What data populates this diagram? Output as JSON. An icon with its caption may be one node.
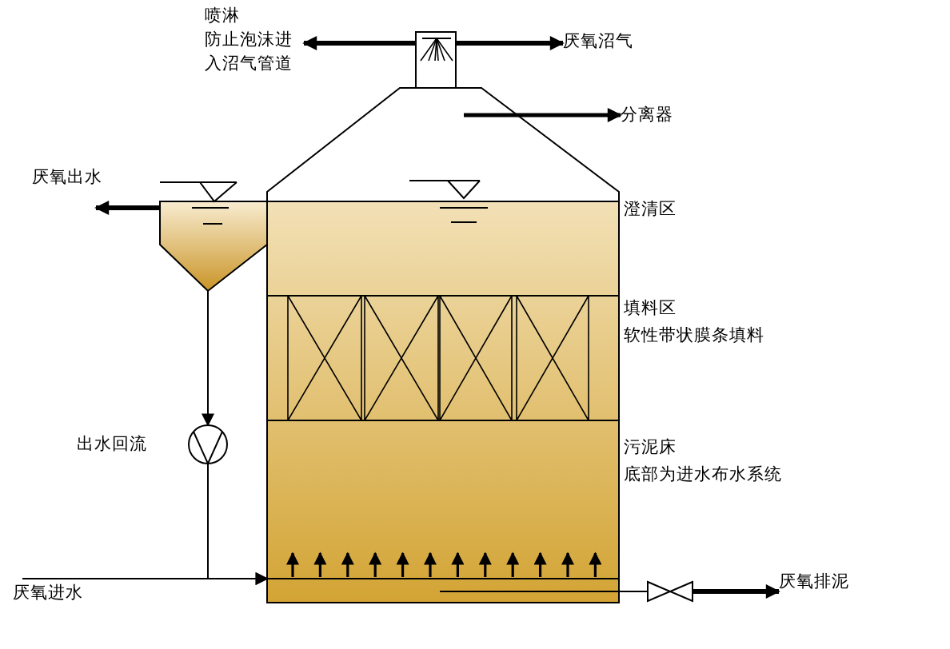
{
  "diagram": {
    "nodes": [
      {
        "text": [],
        "shape": "box",
        "beside": [
          "澄清区",
          "填料区",
          "软性带状膜条填料",
          "污泥床",
          "底部为进水布水系统"
        ]
      },
      {
        "text": [],
        "shape": "box"
      },
      {
        "text": [],
        "shape": "box"
      },
      {
        "text": [],
        "shape": "circle",
        "beside": [
          "出水回流"
        ]
      },
      {
        "text": [],
        "shape": "valve"
      },
      {
        "text": [
          "喷淋",
          "防止泡沫进入沼气管道"
        ]
      },
      {
        "text": [
          "厌氧沼气"
        ]
      },
      {
        "text": [
          "分离器"
        ]
      },
      {
        "text": [
          "厌氧出水"
        ]
      },
      {
        "text": [
          "厌氧进水"
        ]
      },
      {
        "text": [
          "厌氧排泥"
        ]
      }
    ],
    "edges": [
      {
        "from": 2,
        "to": 5,
        "arrow": "to"
      },
      {
        "from": 2,
        "to": 6,
        "arrow": "to"
      },
      {
        "from": 0,
        "to": 7,
        "arrow": "to"
      },
      {
        "from": 1,
        "to": 8,
        "arrow": "to"
      },
      {
        "from": 1,
        "to": 3,
        "arrow": "to"
      },
      {
        "from": 9,
        "to": 0,
        "arrow": "to"
      },
      {
        "from": 3,
        "to": 0,
        "arrow": "to"
      },
      {
        "from": 0,
        "to": 4,
        "arrow": "none"
      },
      {
        "from": 4,
        "to": 10,
        "arrow": "to"
      }
    ]
  }
}
